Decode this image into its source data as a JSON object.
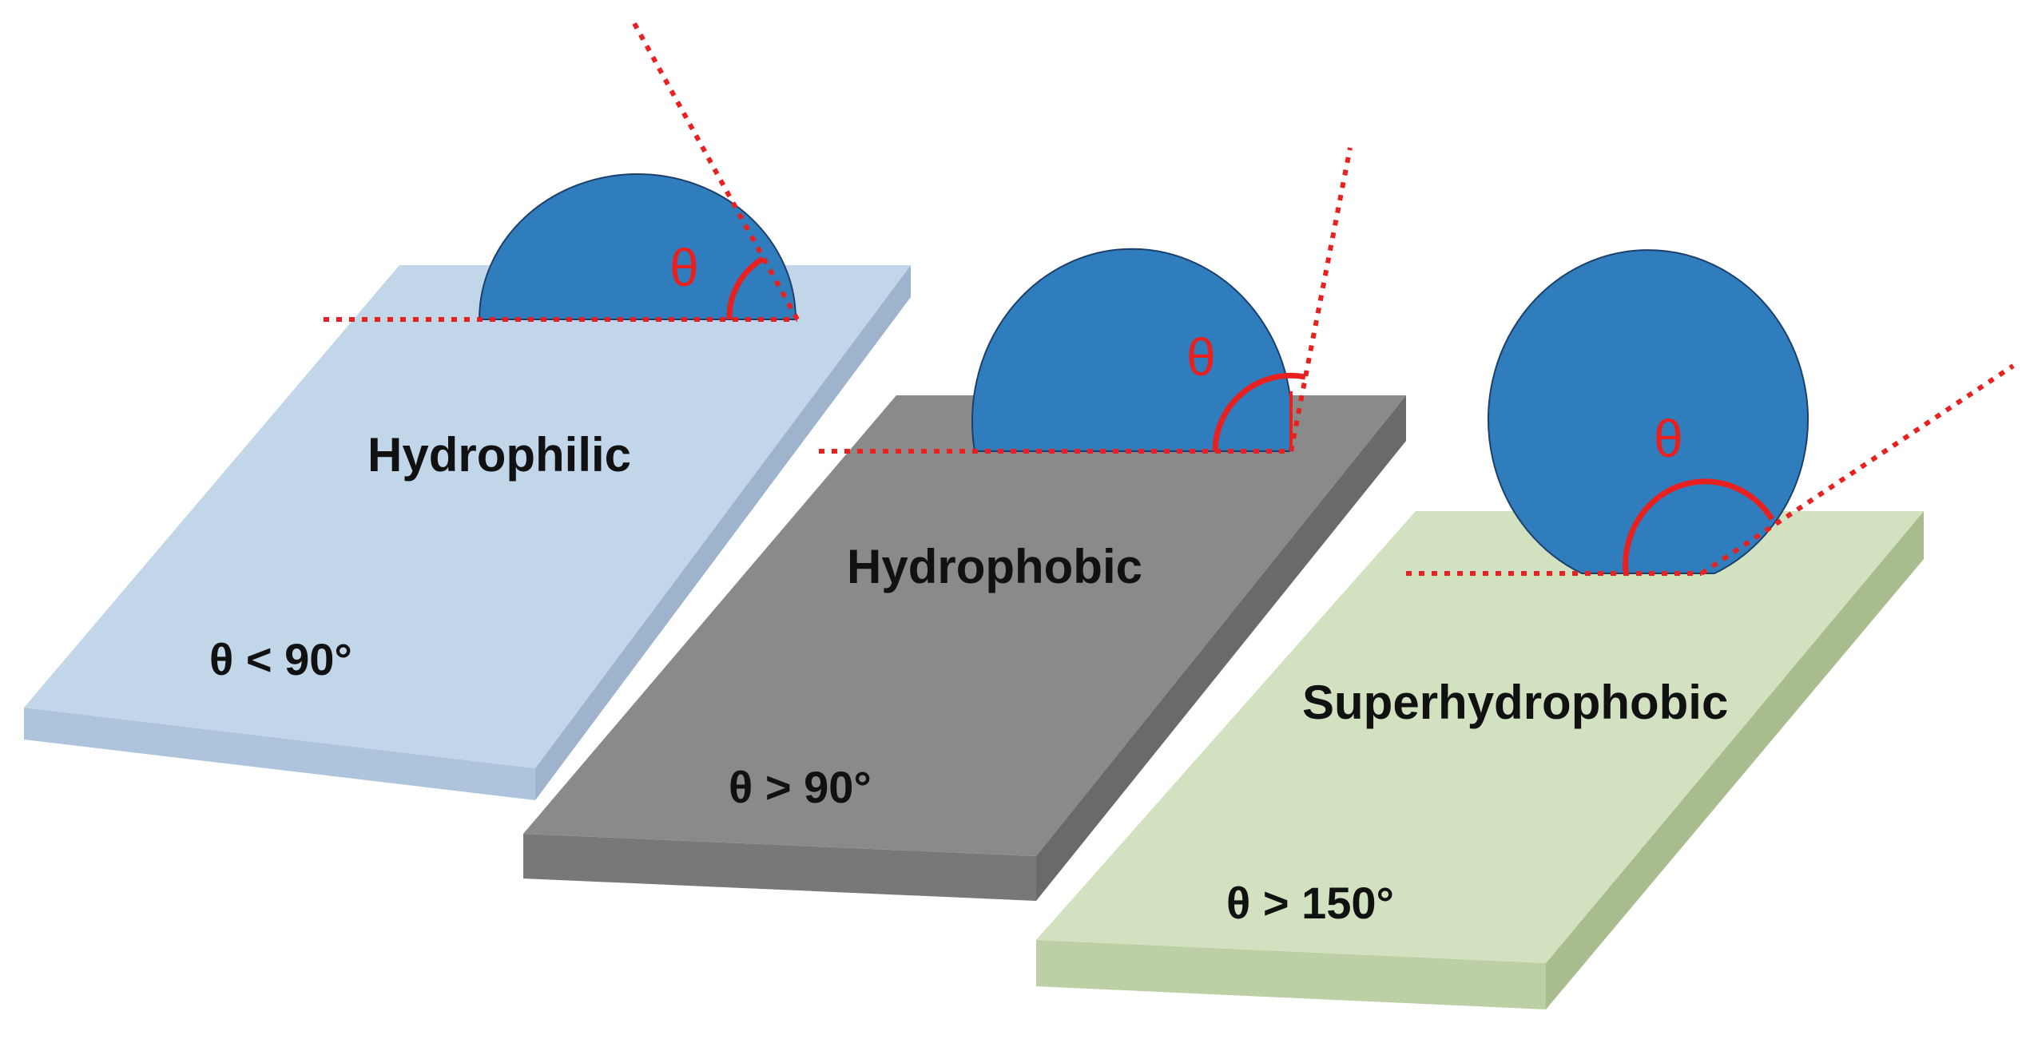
{
  "diagram": {
    "surfaces": [
      {
        "id": "hydrophilic",
        "name": "Hydrophilic",
        "condition": "θ < 90°",
        "angle_symbol": "θ",
        "plate_color": "#c2d6ea",
        "plate_side_color": "#9db4cc"
      },
      {
        "id": "hydrophobic",
        "name": "Hydrophobic",
        "condition": "θ > 90°",
        "angle_symbol": "θ",
        "plate_color": "#8a8a8a",
        "plate_side_color": "#6a6a6a"
      },
      {
        "id": "superhydrophobic",
        "name": "Superhydrophobic",
        "condition": "θ > 150°",
        "angle_symbol": "θ",
        "plate_color": "#d2e1bf",
        "plate_side_color": "#a9bc8e"
      }
    ],
    "colors": {
      "droplet": "#2f7dbd",
      "droplet_outline": "#1d3f6b",
      "angle_lines": "#e8201f"
    }
  }
}
